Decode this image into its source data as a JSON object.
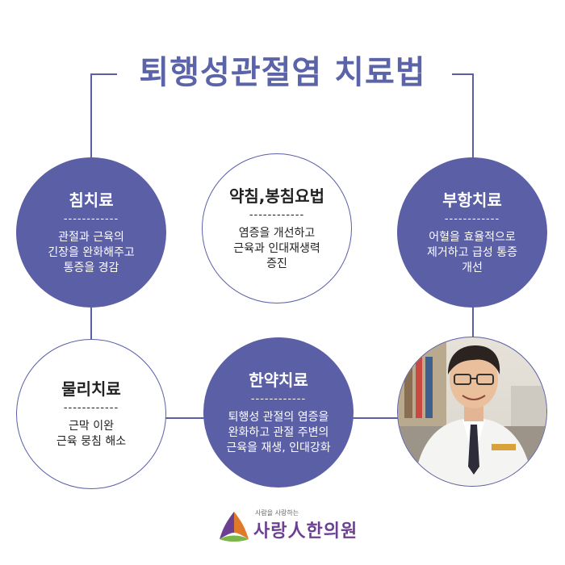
{
  "title": "퇴행성관절염 치료법",
  "dash": "------------",
  "circles": {
    "c1": {
      "name": "침치료",
      "desc": "관절과 근육의\n긴장을 완화해주고\n통증을 경감"
    },
    "c2": {
      "name": "약침,봉침요법",
      "desc": "염증을 개선하고\n근육과 인대재생력\n증진"
    },
    "c3": {
      "name": "부항치료",
      "desc": "어혈을 효율적으로\n제거하고 급성 통증\n개선"
    },
    "c4": {
      "name": "물리치료",
      "desc": "근막 이완\n근육 뭉침 해소"
    },
    "c5": {
      "name": "한약치료",
      "desc": "퇴행성 관절의 염증을\n완화하고 관절 주변의\n근육을 재생, 인대강화"
    }
  },
  "logo": {
    "tagline": "사람을 사랑하는",
    "name": "사랑人한의원"
  },
  "colors": {
    "primary": "#5a5fa6",
    "title": "#5b64a8",
    "logo": "#6b3f91"
  }
}
